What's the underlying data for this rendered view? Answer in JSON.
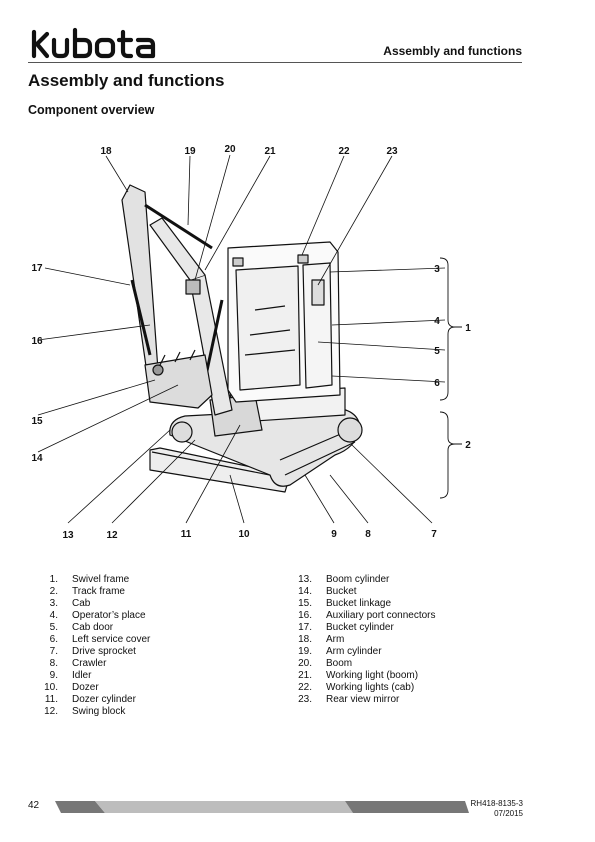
{
  "brand": {
    "name": "Kubota"
  },
  "header": {
    "section": "Assembly and functions"
  },
  "page": {
    "title": "Assembly and functions",
    "subtitle": "Component overview"
  },
  "figure": {
    "callouts": [
      "1",
      "2",
      "3",
      "4",
      "5",
      "6",
      "7",
      "8",
      "9",
      "10",
      "11",
      "12",
      "13",
      "14",
      "15",
      "16",
      "17",
      "18",
      "19",
      "20",
      "21",
      "22",
      "23"
    ]
  },
  "legend": {
    "left": [
      {
        "num": "1.",
        "label": "Swivel frame"
      },
      {
        "num": "2.",
        "label": "Track frame"
      },
      {
        "num": "3.",
        "label": "Cab"
      },
      {
        "num": "4.",
        "label": "Operator’s place"
      },
      {
        "num": "5.",
        "label": "Cab door"
      },
      {
        "num": "6.",
        "label": "Left service cover"
      },
      {
        "num": "7.",
        "label": "Drive sprocket"
      },
      {
        "num": "8.",
        "label": "Crawler"
      },
      {
        "num": "9.",
        "label": "Idler"
      },
      {
        "num": "10.",
        "label": "Dozer"
      },
      {
        "num": "11.",
        "label": "Dozer cylinder"
      },
      {
        "num": "12.",
        "label": "Swing block"
      }
    ],
    "right": [
      {
        "num": "13.",
        "label": "Boom cylinder"
      },
      {
        "num": "14.",
        "label": "Bucket"
      },
      {
        "num": "15.",
        "label": "Bucket linkage"
      },
      {
        "num": "16.",
        "label": "Auxiliary port connectors"
      },
      {
        "num": "17.",
        "label": "Bucket cylinder"
      },
      {
        "num": "18.",
        "label": "Arm"
      },
      {
        "num": "19.",
        "label": "Arm cylinder"
      },
      {
        "num": "20.",
        "label": "Boom"
      },
      {
        "num": "21.",
        "label": "Working light (boom)"
      },
      {
        "num": "22.",
        "label": "Working lights (cab)"
      },
      {
        "num": "23.",
        "label": "Rear view mirror"
      }
    ]
  },
  "footer": {
    "page_number": "42",
    "doc_id": "RH418-8135-3",
    "date": "07/2015"
  }
}
